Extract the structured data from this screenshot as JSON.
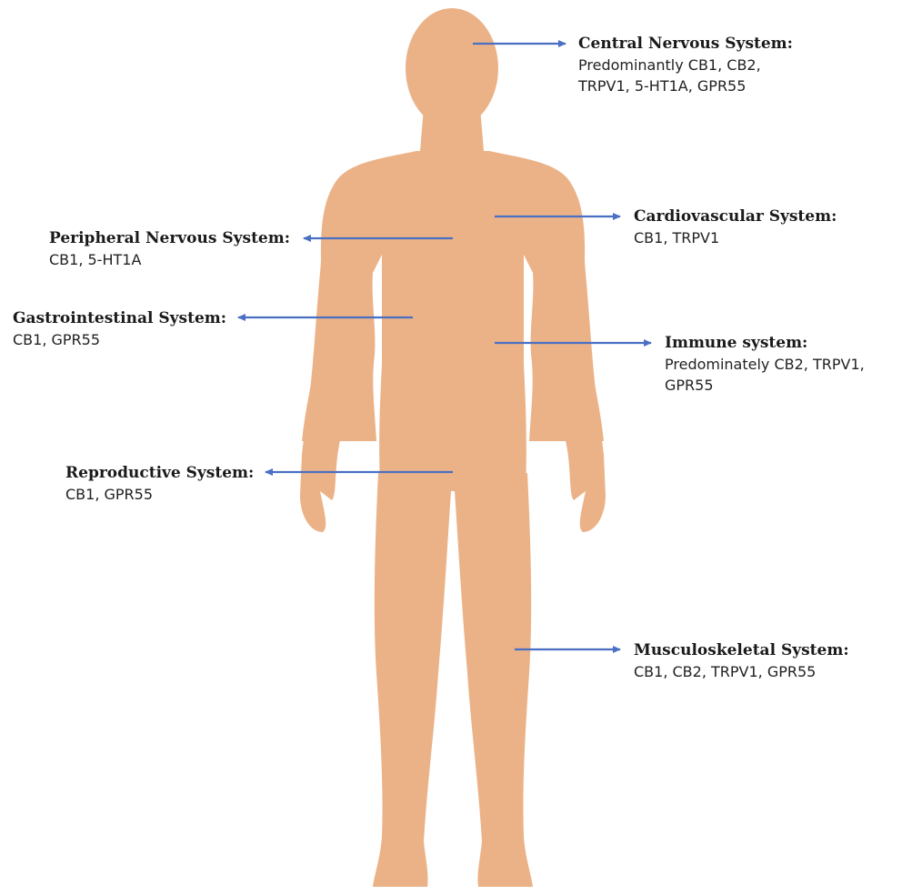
{
  "body_color": "#ebb287",
  "arrow_color": "#4a6fc3",
  "systems": [
    {
      "name": "Central Nervous System:",
      "receptors_line1": "Predominantly CB1, CB2,",
      "receptors_line2": "TRPV1, 5-HT1A, GPR55"
    },
    {
      "name": "Cardiovascular System:",
      "receptors_line1": "CB1, TRPV1"
    },
    {
      "name": "Peripheral Nervous System:",
      "receptors_line1": "CB1, 5-HT1A"
    },
    {
      "name": "Gastrointestinal System:",
      "receptors_line1": "CB1, GPR55"
    },
    {
      "name": "Immune system:",
      "receptors_line1": "Predominately CB2, TRPV1,",
      "receptors_line2": "GPR55"
    },
    {
      "name": "Reproductive System:",
      "receptors_line1": "CB1, GPR55"
    },
    {
      "name": "Musculoskeletal System:",
      "receptors_line1": "CB1, CB2, TRPV1, GPR55"
    }
  ]
}
